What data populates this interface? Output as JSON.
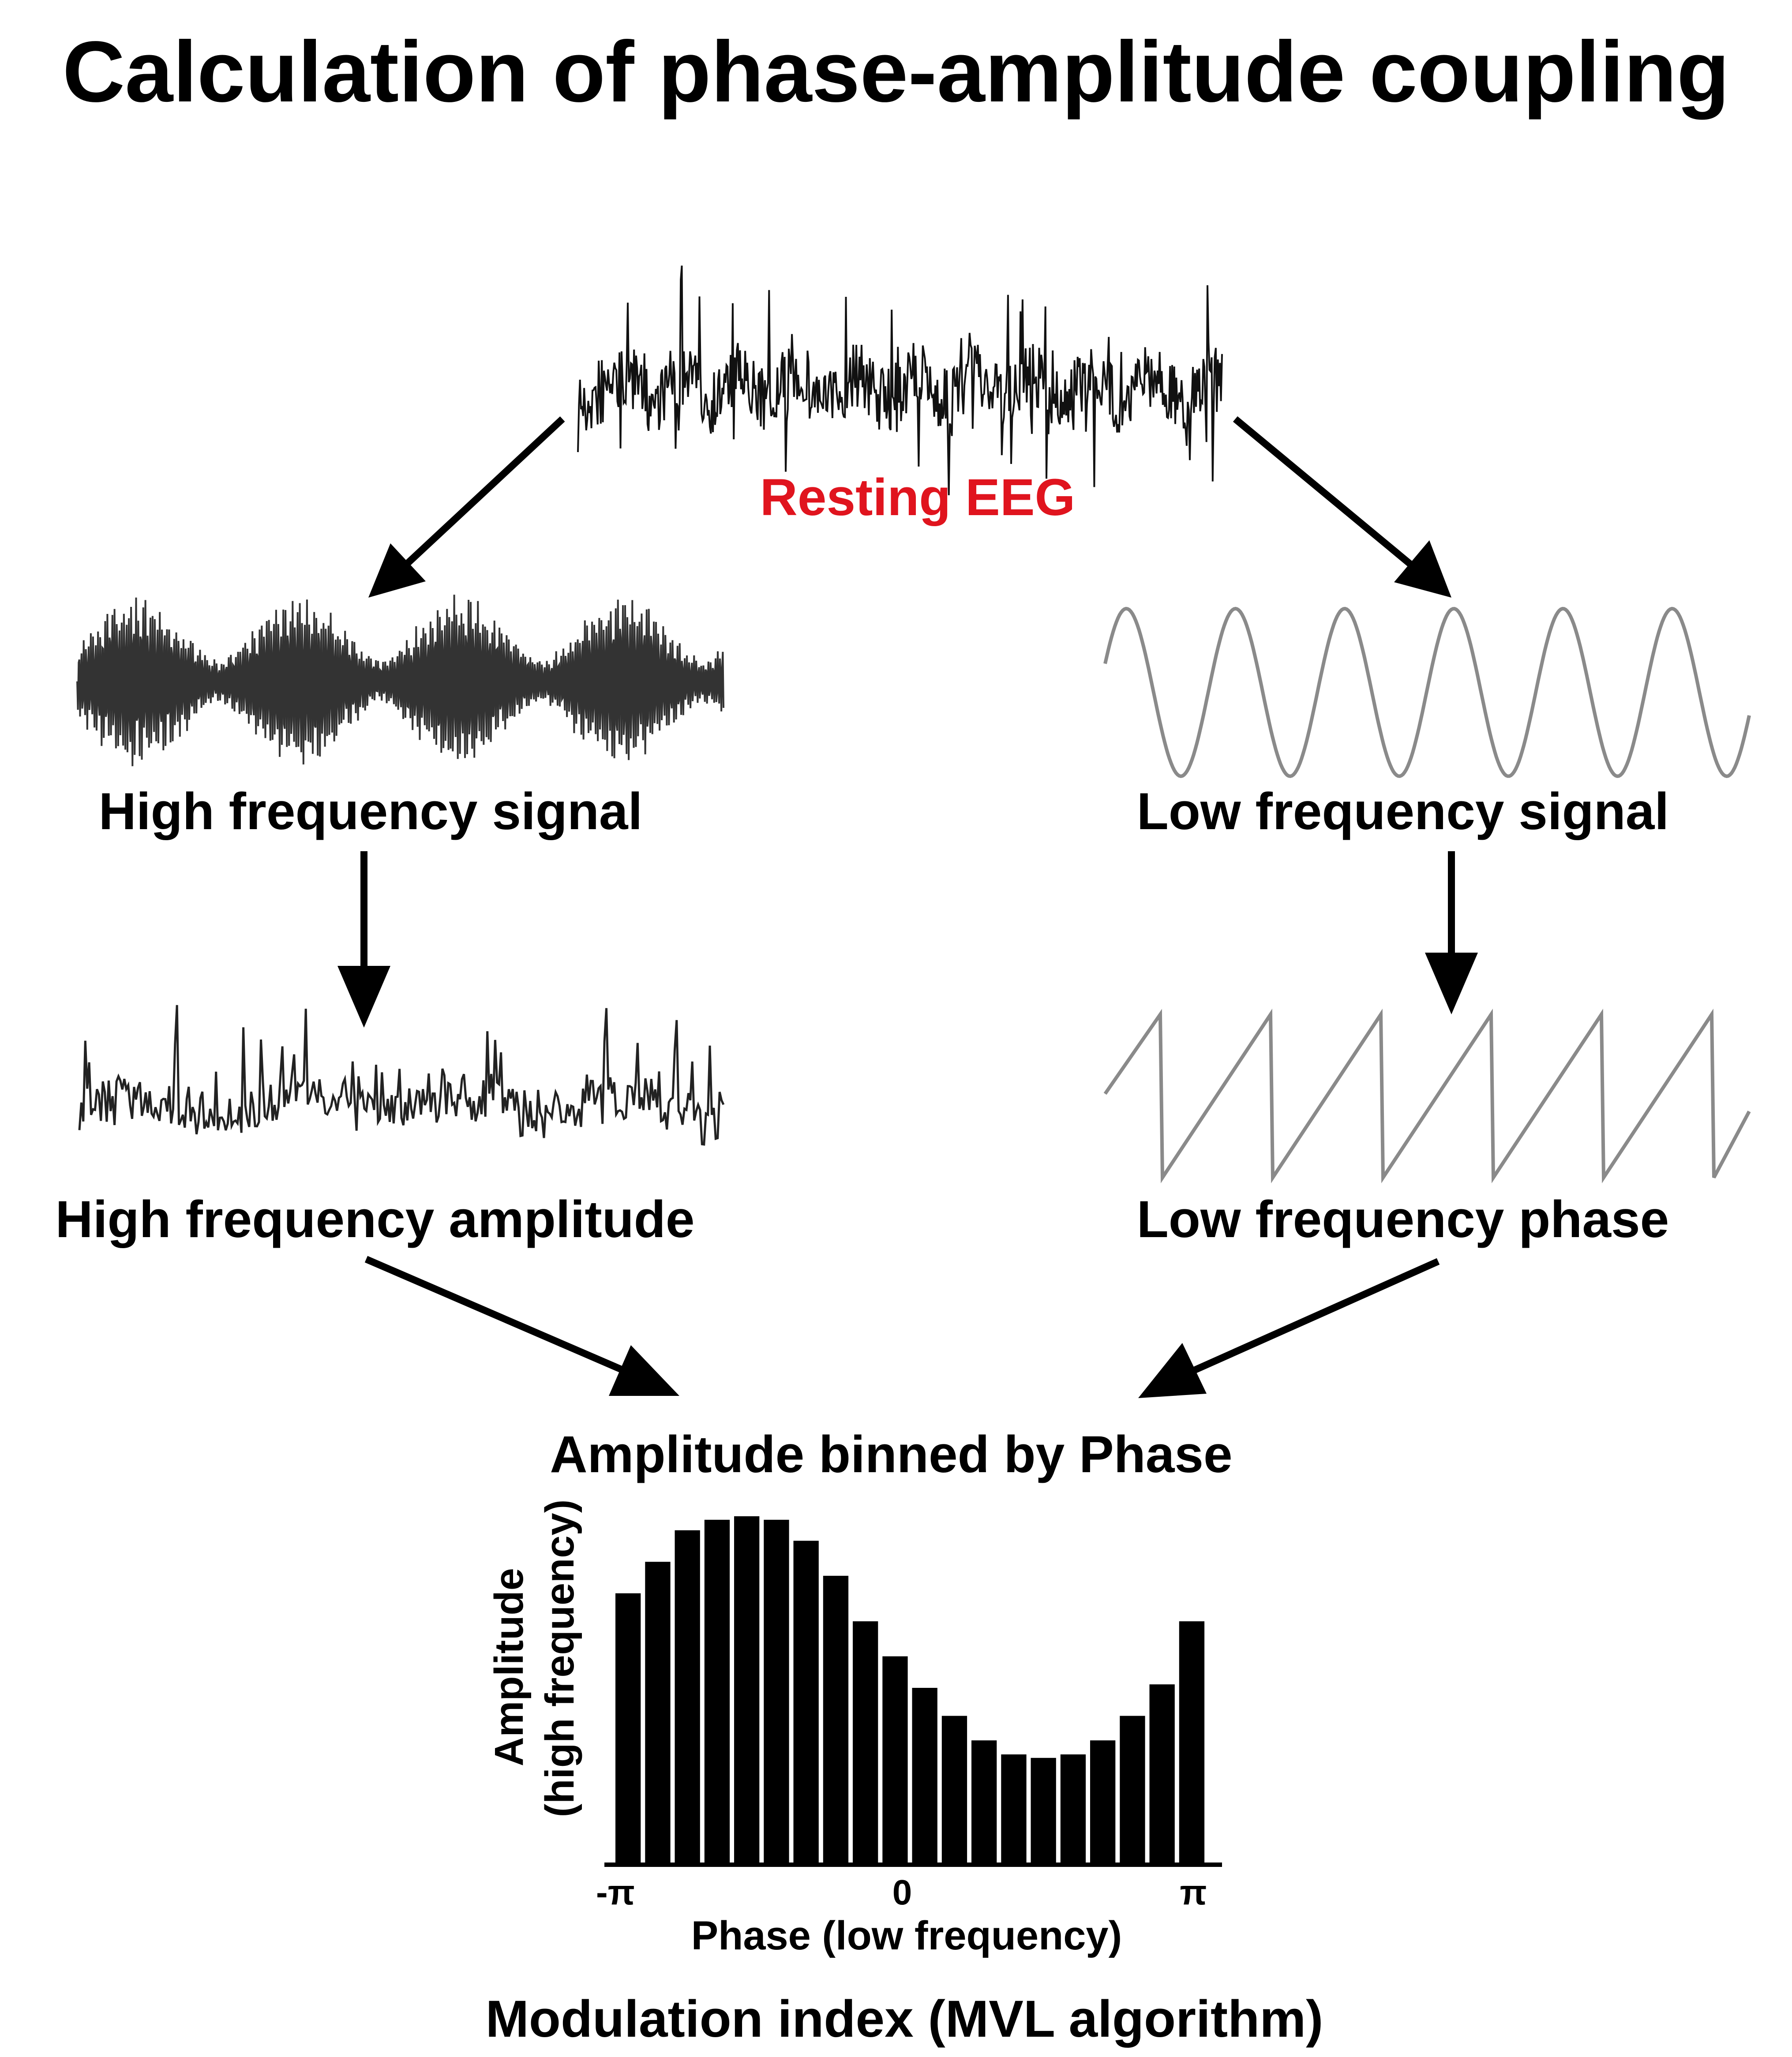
{
  "title": "Calculation of phase-amplitude coupling",
  "nodes": {
    "resting_eeg": "Resting EEG",
    "high_signal": "High frequency signal",
    "low_signal": "Low frequency signal",
    "high_amplitude": "High frequency amplitude",
    "low_phase": "Low frequency phase",
    "binned": "Amplitude binned by Phase",
    "modulation_index": "Modulation index (MVL algorithm)"
  },
  "colors": {
    "text": "#000000",
    "accent": "#e0141e",
    "trace_dark": "#111111",
    "trace_gray": "#8a8a8a",
    "bars": "#000000"
  },
  "chart_data": {
    "type": "bar",
    "title": "Amplitude binned by Phase",
    "xlabel": "Phase (low frequency)",
    "ylabel_line1": "Amplitude",
    "ylabel_line2": "(high frequency)",
    "xtick_labels": [
      "-π",
      "0",
      "π"
    ],
    "bin_count": 20,
    "values": [
      0.77,
      0.86,
      0.95,
      0.98,
      0.99,
      0.98,
      0.92,
      0.82,
      0.69,
      0.59,
      0.5,
      0.42,
      0.35,
      0.31,
      0.3,
      0.31,
      0.35,
      0.42,
      0.51,
      0.69
    ],
    "ylim": [
      0,
      1
    ],
    "grid": false,
    "legend": "none"
  }
}
